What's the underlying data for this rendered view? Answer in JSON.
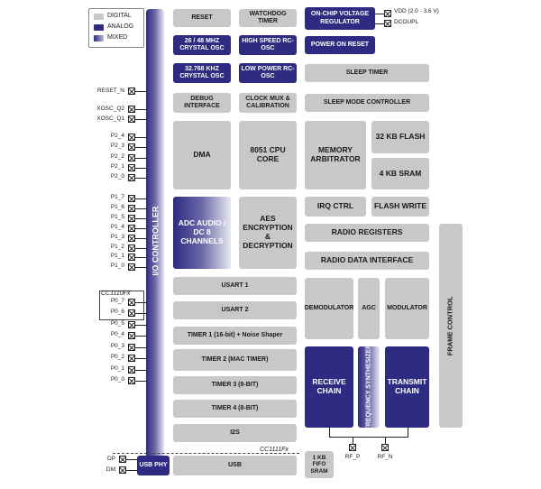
{
  "legend": {
    "digital": "DIGITAL",
    "analog": "ANALOG",
    "mixed": "MIXED"
  },
  "io_controller": "I/O CONTROLLER",
  "blocks": {
    "reset": "RESET",
    "watchdog": "WATCHDOG TIMER",
    "onchip_vreg": "ON-CHIP VOLTAGE REGULATOR",
    "xosc_26_48": "26 / 48 MHz CRYSTAL OSC",
    "hs_rcosc": "HIGH SPEED RC-OSC",
    "power_on_reset": "POWER ON RESET",
    "xosc_32k": "32.768 kHz CRYSTAL OSC",
    "lp_rcosc": "LOW POWER RC-OSC",
    "sleep_timer": "SLEEP TIMER",
    "debug_if": "DEBUG INTERFACE",
    "clock_mux": "CLOCK MUX & CALIBRATION",
    "sleep_mode_ctrl": "SLEEP MODE CONTROLLER",
    "dma": "DMA",
    "cpu": "8051 CPU CORE",
    "mem_arb": "MEMORY ARBITRATOR",
    "flash32": "32 KB FLASH",
    "sram4": "4 KB SRAM",
    "adc": "ADC AUDIO / DC 8 CHANNELS",
    "aes": "AES ENCRYPTION & DECRYPTION",
    "irq": "IRQ CTRL",
    "flash_write": "FLASH WRITE",
    "radio_regs": "RADIO REGISTERS",
    "radio_data_if": "RADIO DATA INTERFACE",
    "usart1": "USART 1",
    "usart2": "USART 2",
    "timer1": "TIMER 1 (16-bit) + Noise Shaper",
    "timer2": "TIMER 2 (MAC TIMER)",
    "timer3": "TIMER 3 (8-bit)",
    "timer4": "TIMER 4 (8-bit)",
    "i2s": "I2S",
    "usb_phy": "USB PHY",
    "usb": "USB",
    "fifo": "1 KB FIFO SRAM",
    "demodulator": "DEMODULATOR",
    "agc": "AGC",
    "modulator": "MODULATOR",
    "receive_chain": "RECEIVE CHAIN",
    "freq_synth": "FREQUENCY SYNTHESIZER",
    "transmit_chain": "TRANSMIT CHAIN",
    "frame_control": "FRAME CONTROL"
  },
  "pins": {
    "reset_n": "RESET_N",
    "xosc_q2": "XOSC_Q2",
    "xosc_q1": "XOSC_Q1",
    "p2": [
      "P2_4",
      "P2_3",
      "P2_2",
      "P2_1",
      "P2_0"
    ],
    "p1": [
      "P1_7",
      "P1_6",
      "P1_5",
      "P1_4",
      "P1_3",
      "P1_2",
      "P1_1",
      "P1_0"
    ],
    "p0_cc1110": [
      "P0_7",
      "P0_6"
    ],
    "p0": [
      "P0_5",
      "P0_4",
      "P0_3",
      "P0_2",
      "P0_1",
      "P0_0"
    ],
    "dp": "DP",
    "dm": "DM",
    "vdd": "VDD (2.0 - 3.6 V)",
    "dcoupl": "DCOUPL",
    "rf_p": "RF_P",
    "rf_n": "RF_N"
  },
  "notes": {
    "cc1110": "CC1110Fx",
    "cc1111": "CC1111Fx"
  },
  "colors": {
    "digital": "#c8c8c8",
    "analog": "#2e2b82"
  }
}
